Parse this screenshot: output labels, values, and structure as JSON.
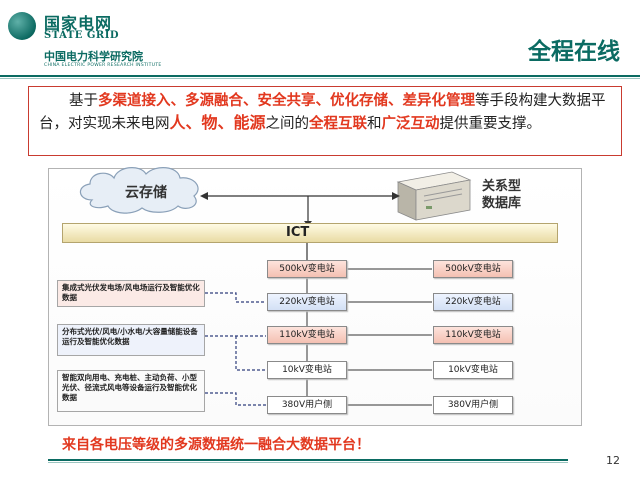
{
  "header": {
    "logo_name": "国家电网",
    "logo_en": "STATE GRID",
    "org_cn": "中国电力科学研究院",
    "org_en": "CHINA ELECTRIC POWER RESEARCH INSTITUTE",
    "slide_title": "全程在线"
  },
  "intro": {
    "p1": "基于",
    "h1": "多渠道接入、多源融合、安全共享、优化存储、差异化管理",
    "p2": "等手段构建大数据平台，对实现未来电网",
    "h2": "人、物、能源",
    "p3": "之间的",
    "h3": "全程互联",
    "p4": "和",
    "h4": "广泛互动",
    "p5": "提供重要支撑。"
  },
  "diagram": {
    "cloud_label": "云存储",
    "db_label_1": "关系型",
    "db_label_2": "数据库",
    "ict_label": "ICT",
    "left_stations": [
      "500kV变电站",
      "220kV变电站",
      "110kV变电站",
      "10kV变电站",
      "380V用户侧"
    ],
    "right_stations": [
      "500kV变电站",
      "220kV变电站",
      "110kV变电站",
      "10kV变电站",
      "380V用户侧"
    ],
    "sources": [
      "集成式光伏发电场/风电场运行及智能优化数据",
      "分布式光伏/风电/小水电/大容量储能设备运行及智能优化数据",
      "智能双向用电、充电桩、主动负荷、小型光伏、径流式风电等设备运行及智能优化数据"
    ]
  },
  "conclusion": "来自各电压等级的多源数据统一融合大数据平台！",
  "page_number": "12",
  "colors": {
    "brand": "#0b6b62",
    "highlight": "#e2381f",
    "station_pink": "#f4c0b2",
    "station_blue": "#d3e0f5"
  }
}
